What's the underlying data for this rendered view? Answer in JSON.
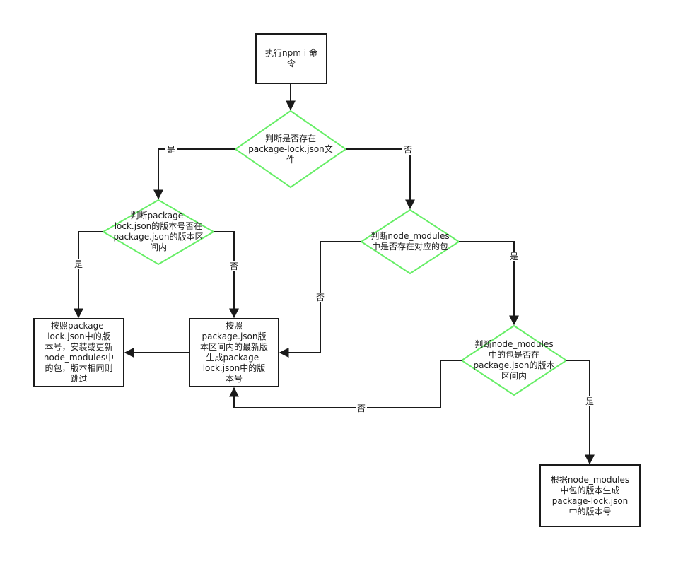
{
  "nodes": {
    "start": "执行npm i 命\n令",
    "check_lock": "判断是否存在\npackage-lock.json文\n件",
    "check_lock_range": "判断package-\nlock.json的版本号否在\npackage.json的版本区\n间内",
    "check_node_modules": "判断node_modules\n中是否存在对应的包",
    "install_by_lock": "按照package-\nlock.json中的版\n本号，安装或更新\nnode_modules中\n的包，版本相同则\n跳过",
    "gen_by_package": "按照\npackage.json版\n本区间内的最新版\n生成package-\nlock.json中的版\n本号",
    "check_nm_range": "判断node_modules\n中的包是否在\npackage.json的版本\n区间内",
    "gen_by_node_modules": "根据node_modules\n中包的版本生成\npackage-lock.json\n中的版本号"
  },
  "edges": {
    "lock_yes": "是",
    "lock_no": "否",
    "lock_range_yes": "是",
    "lock_range_no": "否",
    "nm_no": "否",
    "nm_yes": "是",
    "nm_range_no": "否",
    "nm_range_yes": "是"
  },
  "colors": {
    "decision_border": "#66ee66",
    "box_border": "#1a1a1a",
    "edge": "#1a1a1a"
  }
}
